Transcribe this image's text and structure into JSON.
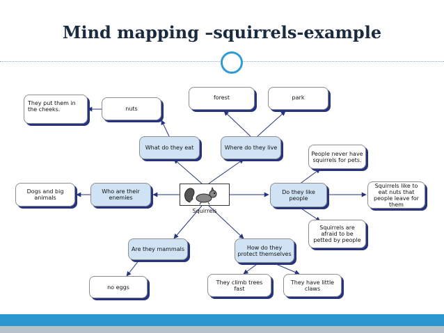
{
  "slide": {
    "title": "Mind mapping –squirrels-example"
  },
  "mindmap": {
    "center": {
      "label": "Squirrels",
      "icon": "squirrel-icon"
    },
    "nodes": {
      "put_cheeks": "They put them in the cheeks.",
      "nuts": "nuts",
      "forest": "forest",
      "park": "park",
      "what_eat": "What do they eat",
      "where_live": "Where do they live",
      "never_pets": "People never have squirrels for pets.",
      "dogs": "Dogs and big animals",
      "enemies": "Who are their enemies",
      "like_people": "Do they like people",
      "eat_nuts": "Squirrels like to eat nuts that people leave for them",
      "afraid": "Squirrels are afraid to be petted by people",
      "mammals": "Are they mammals",
      "protect": "How do they protect themselves",
      "no_eggs": "no eggs",
      "climb": "They climb trees fast",
      "claws": "They have little claws"
    }
  }
}
